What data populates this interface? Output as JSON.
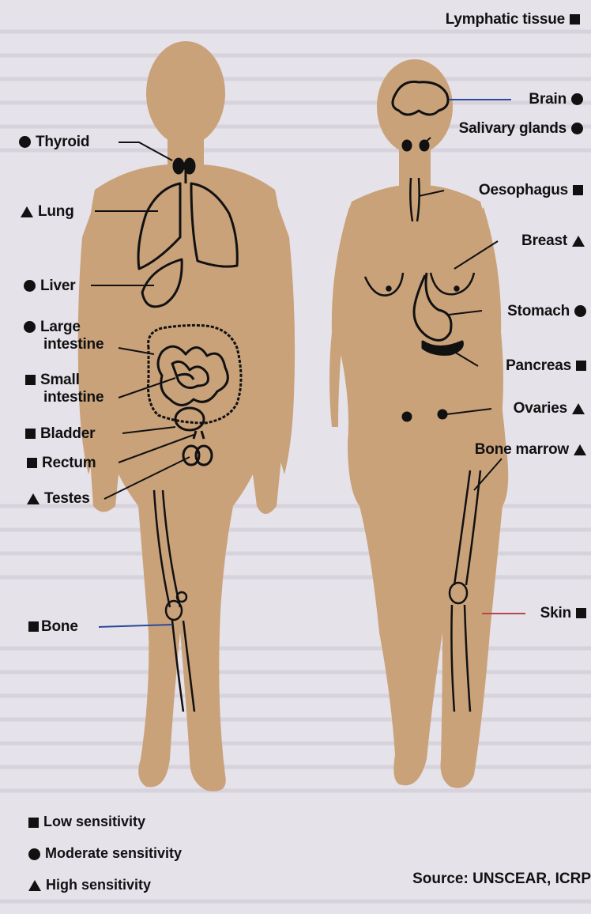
{
  "colors": {
    "body": "#c9a27a",
    "organ_stroke": "#111111",
    "background": "#e6e2ea",
    "skin_line": "#b0484c",
    "bone_line": "#2a4a9a"
  },
  "male_labels": [
    {
      "id": "thyroid",
      "text": "Thyroid",
      "sensitivity": "moderate"
    },
    {
      "id": "lung",
      "text": "Lung",
      "sensitivity": "high"
    },
    {
      "id": "liver",
      "text": "Liver",
      "sensitivity": "moderate"
    },
    {
      "id": "large-intestine",
      "text": "Large",
      "text2": "intestine",
      "sensitivity": "moderate"
    },
    {
      "id": "small-intestine",
      "text": "Small",
      "text2": "intestine",
      "sensitivity": "low"
    },
    {
      "id": "bladder",
      "text": "Bladder",
      "sensitivity": "low"
    },
    {
      "id": "rectum",
      "text": "Rectum",
      "sensitivity": "low"
    },
    {
      "id": "testes",
      "text": "Testes",
      "sensitivity": "high"
    },
    {
      "id": "bone",
      "text": "Bone",
      "sensitivity": "low"
    }
  ],
  "female_labels": [
    {
      "id": "lymphatic-tissue",
      "text": "Lymphatic tissue",
      "sensitivity": "low"
    },
    {
      "id": "brain",
      "text": "Brain",
      "sensitivity": "moderate"
    },
    {
      "id": "salivary-glands",
      "text": "Salivary glands",
      "sensitivity": "moderate"
    },
    {
      "id": "oesophagus",
      "text": "Oesophagus",
      "sensitivity": "low"
    },
    {
      "id": "breast",
      "text": "Breast",
      "sensitivity": "high"
    },
    {
      "id": "stomach",
      "text": "Stomach",
      "sensitivity": "moderate"
    },
    {
      "id": "pancreas",
      "text": "Pancreas",
      "sensitivity": "low"
    },
    {
      "id": "ovaries",
      "text": "Ovaries",
      "sensitivity": "high"
    },
    {
      "id": "bone-marrow",
      "text": "Bone marrow",
      "sensitivity": "high"
    },
    {
      "id": "skin",
      "text": "Skin",
      "sensitivity": "low"
    }
  ],
  "legend": [
    {
      "sensitivity": "low",
      "text": "Low sensitivity"
    },
    {
      "sensitivity": "moderate",
      "text": "Moderate sensitivity"
    },
    {
      "sensitivity": "high",
      "text": "High sensitivity"
    }
  ],
  "source": "Source: UNSCEAR, ICRP"
}
